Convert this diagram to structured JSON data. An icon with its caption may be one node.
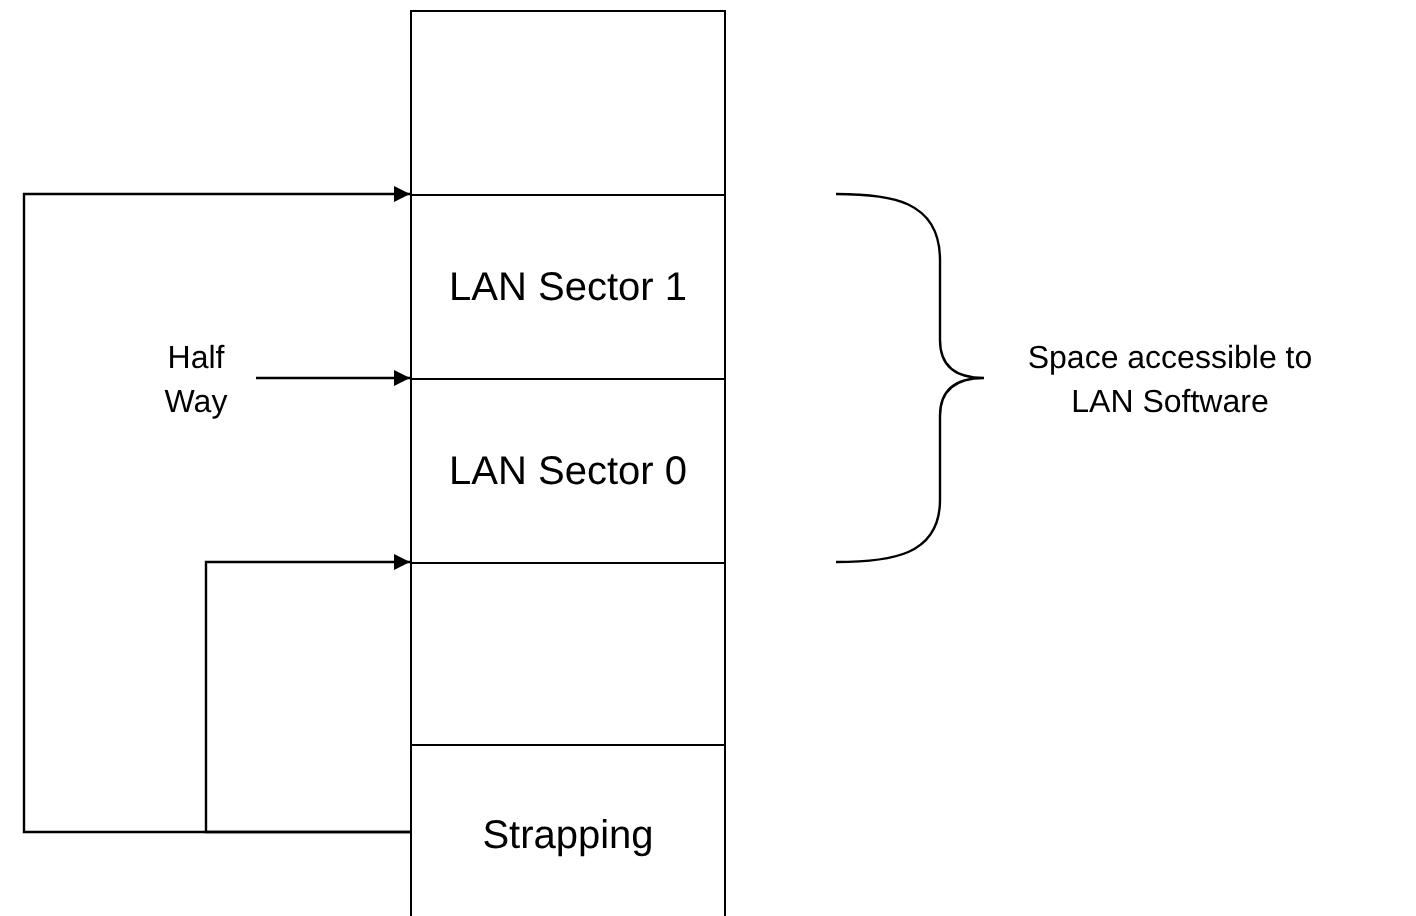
{
  "diagram": {
    "nodes": [
      {
        "text": [],
        "shape": "box"
      },
      {
        "text": [
          "LAN Sector 1"
        ]
      },
      {
        "text": [
          "LAN Sector 0"
        ]
      },
      {
        "text": [],
        "shape": "box"
      },
      {
        "text": [
          "Strapping"
        ]
      },
      {
        "text": [
          "Half Way"
        ]
      }
    ],
    "edges": [
      {
        "from": 4,
        "to": 1,
        "arrow": "to"
      },
      {
        "from": 4,
        "to": 3,
        "arrow": "to"
      },
      {
        "from": 5,
        "to": 2,
        "arrow": "to"
      }
    ],
    "labels": [
      "Space accessible to LAN Software"
    ]
  }
}
